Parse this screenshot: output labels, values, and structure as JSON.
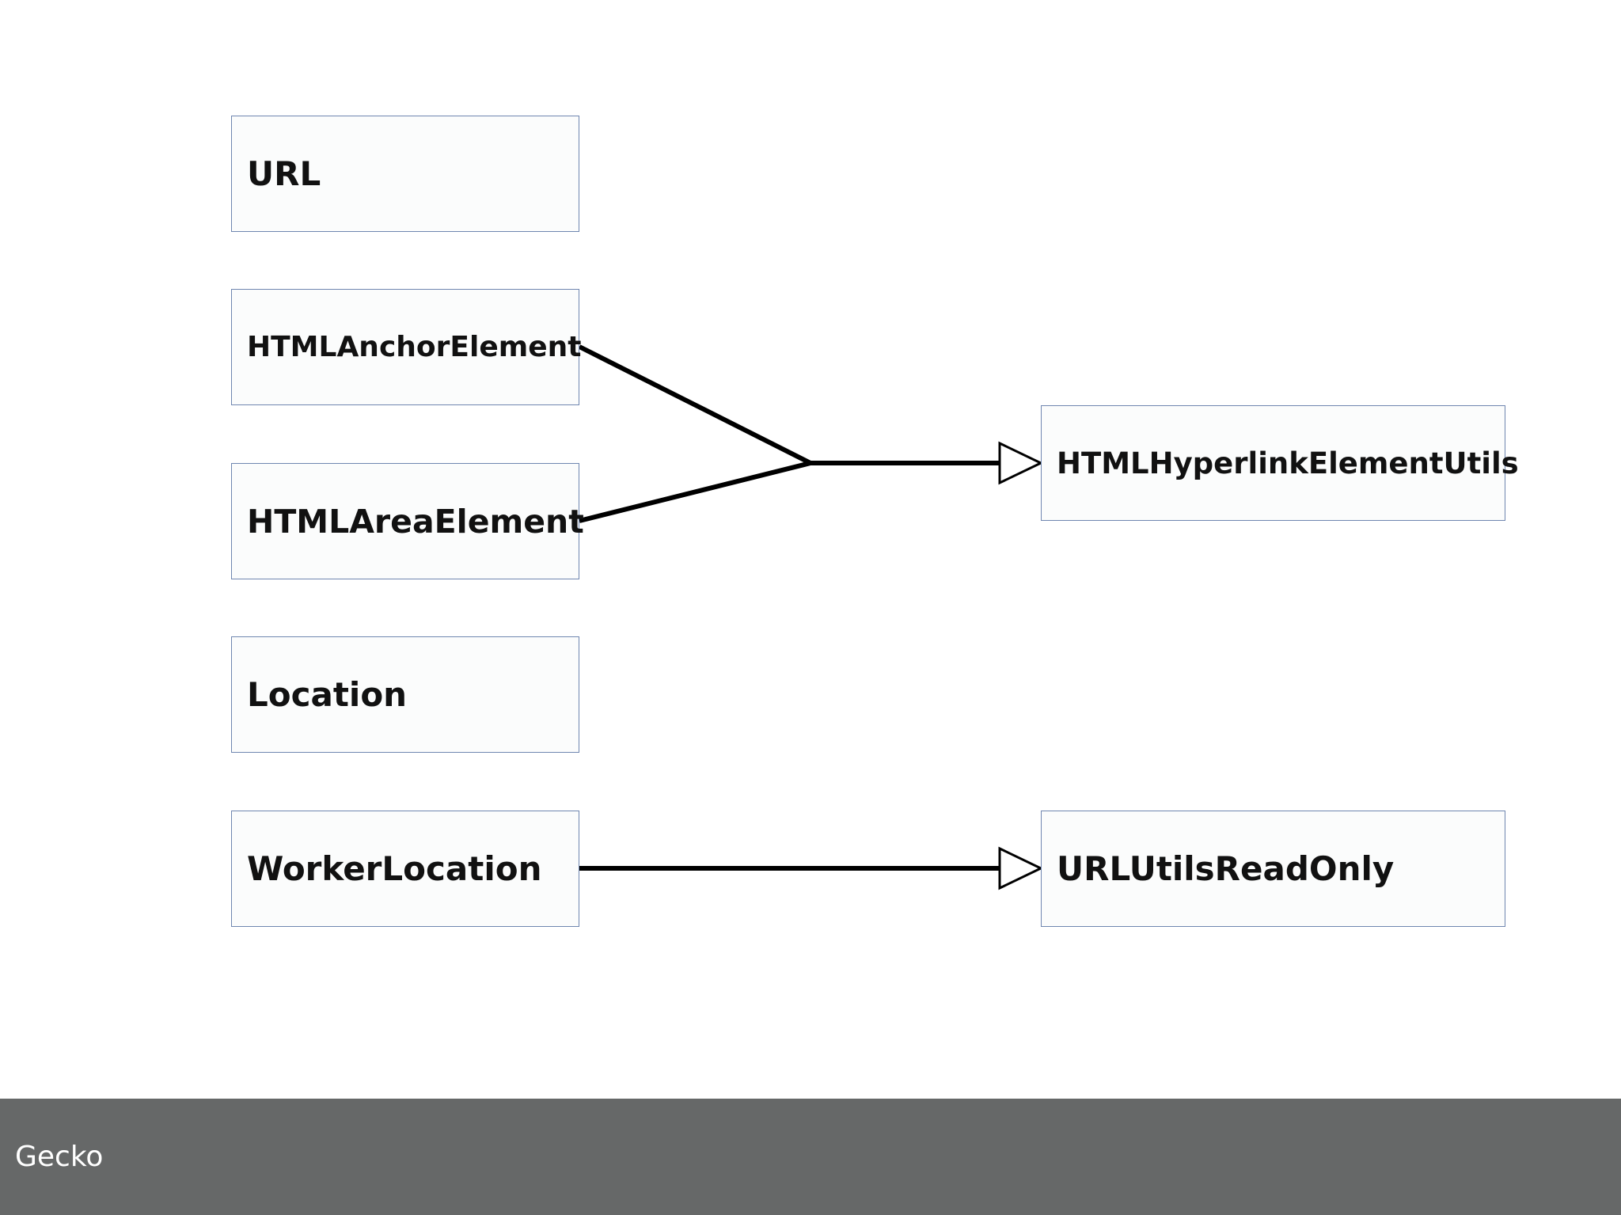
{
  "diagram": {
    "nodes": {
      "url": "URL",
      "html_anchor_element": "HTMLAnchorElement",
      "html_area_element": "HTMLAreaElement",
      "location": "Location",
      "worker_location": "WorkerLocation",
      "html_hyperlink_element_utils": "HTMLHyperlinkElementUtils",
      "url_utils_read_only": "URLUtilsReadOnly"
    },
    "edges": [
      {
        "from": "HTMLAnchorElement",
        "to": "HTMLHyperlinkElementUtils",
        "type": "inheritance"
      },
      {
        "from": "HTMLAreaElement",
        "to": "HTMLHyperlinkElementUtils",
        "type": "inheritance"
      },
      {
        "from": "WorkerLocation",
        "to": "URLUtilsReadOnly",
        "type": "inheritance"
      }
    ],
    "colors": {
      "box_border": "#6f86b0",
      "box_fill": "#fbfcfc",
      "connector": "#000000",
      "footer_background": "#666868",
      "footer_text": "#ffffff"
    }
  },
  "footer": {
    "label": "Gecko"
  }
}
